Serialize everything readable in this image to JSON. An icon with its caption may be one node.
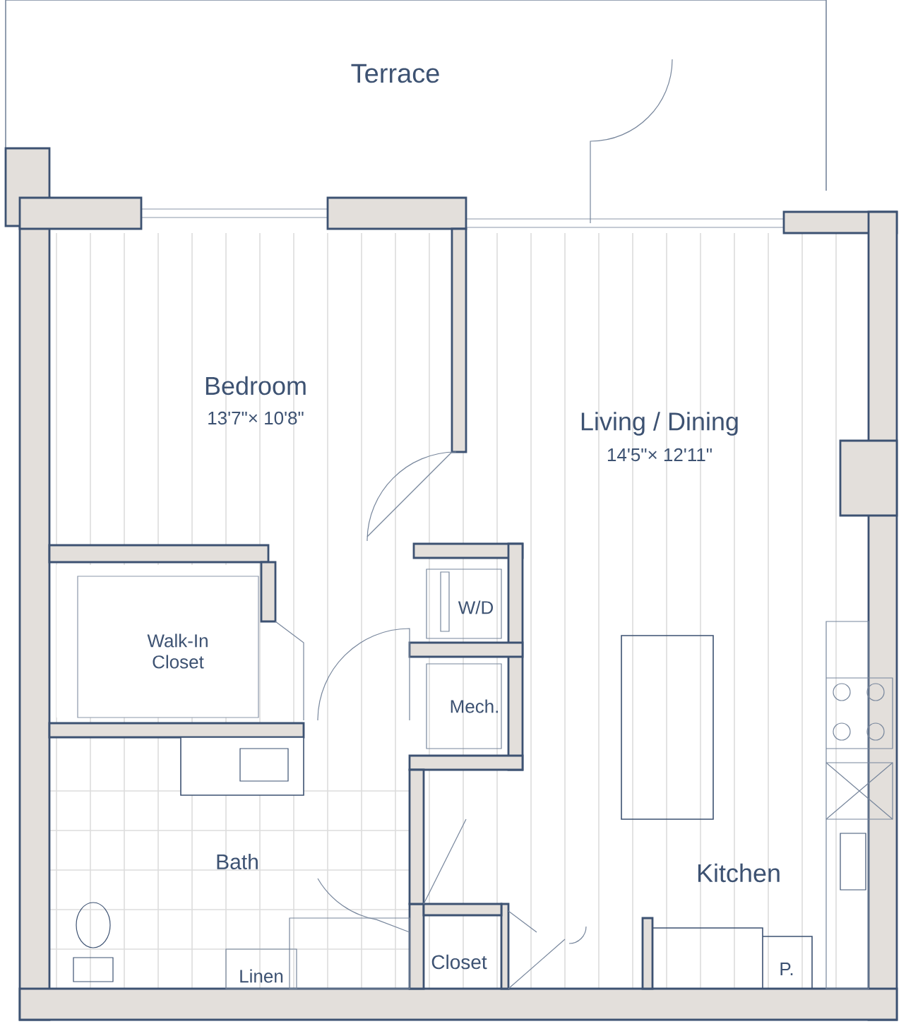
{
  "diagram": {
    "labels": [
      "Terrace",
      "Bedroom",
      "13'7\"× 10'8\"",
      "Living / Dining",
      "14'5\"× 12'11\"",
      "W/D",
      "Walk-In Closet",
      "Mech.",
      "Bath",
      "Kitchen",
      "Linen",
      "Closet",
      "P."
    ]
  }
}
